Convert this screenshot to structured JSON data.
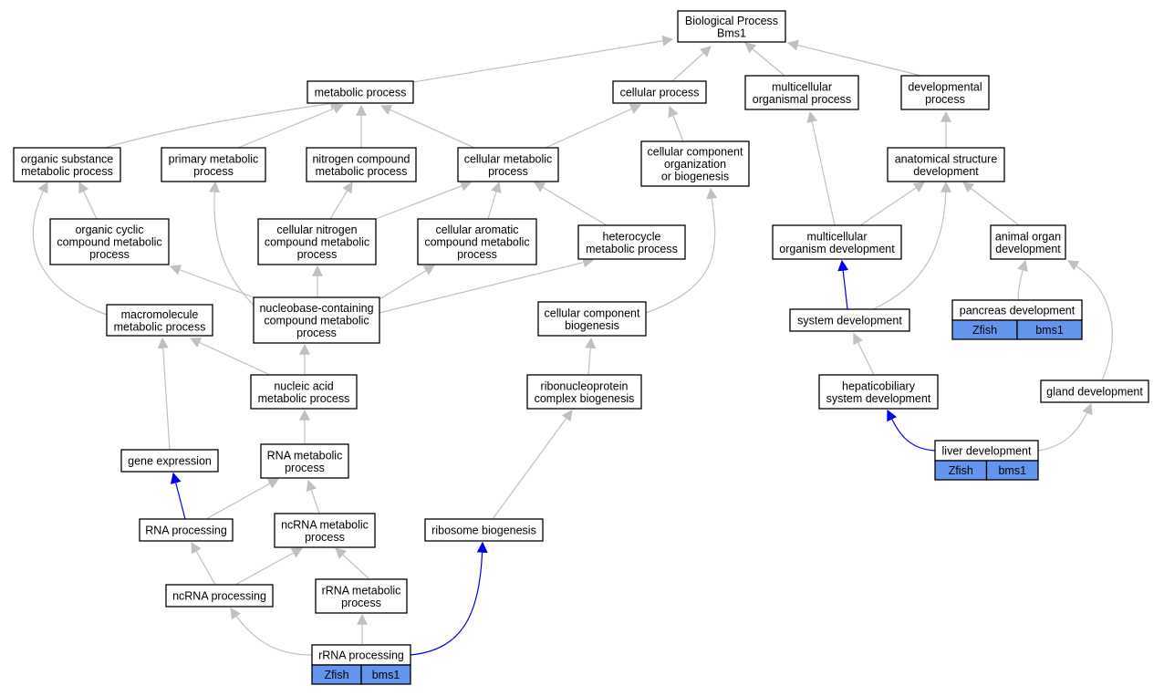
{
  "colors": {
    "edge_gray": "#c0c0c0",
    "edge_blue": "#0000ee",
    "annotation_fill": "#6495ed",
    "node_border": "#000000"
  },
  "nodes": {
    "root": [
      "Biological Process",
      "Bms1"
    ],
    "metabolic": [
      "metabolic process"
    ],
    "cellular": [
      "cellular process"
    ],
    "multicellular_org_process": [
      "multicellular",
      "organismal process"
    ],
    "developmental": [
      "developmental",
      "process"
    ],
    "organic_substance": [
      "organic substance",
      "metabolic process"
    ],
    "primary_metabolic": [
      "primary metabolic",
      "process"
    ],
    "nitrogen_compound": [
      "nitrogen compound",
      "metabolic process"
    ],
    "cellular_metabolic": [
      "cellular metabolic",
      "process"
    ],
    "ccob": [
      "cellular component",
      "organization",
      "or biogenesis"
    ],
    "anatomical": [
      "anatomical structure",
      "development"
    ],
    "organic_cyclic": [
      "organic cyclic",
      "compound metabolic",
      "process"
    ],
    "cellular_nitrogen": [
      "cellular nitrogen",
      "compound metabolic",
      "process"
    ],
    "cellular_aromatic": [
      "cellular aromatic",
      "compound metabolic",
      "process"
    ],
    "heterocycle": [
      "heterocycle",
      "metabolic process"
    ],
    "multicellular_dev": [
      "multicellular",
      "organism development"
    ],
    "animal_organ": [
      "animal organ",
      "development"
    ],
    "macromolecule": [
      "macromolecule",
      "metabolic process"
    ],
    "nucleobase": [
      "nucleobase-containing",
      "compound metabolic",
      "process"
    ],
    "cc_biogenesis": [
      "cellular component",
      "biogenesis"
    ],
    "system_dev": [
      "system development"
    ],
    "pancreas": [
      "pancreas development"
    ],
    "nucleic_acid": [
      "nucleic acid",
      "metabolic process"
    ],
    "ribonucleoprotein": [
      "ribonucleoprotein",
      "complex biogenesis"
    ],
    "hepaticobiliary": [
      "hepaticobiliary",
      "system development"
    ],
    "gland": [
      "gland development"
    ],
    "gene_expression": [
      "gene expression"
    ],
    "rna_metabolic": [
      "RNA metabolic",
      "process"
    ],
    "liver": [
      "liver development"
    ],
    "rna_processing": [
      "RNA processing"
    ],
    "ncrna_metabolic": [
      "ncRNA metabolic",
      "process"
    ],
    "ribosome_biogenesis": [
      "ribosome biogenesis"
    ],
    "ncrna_processing": [
      "ncRNA processing"
    ],
    "rrna_metabolic": [
      "rRNA metabolic",
      "process"
    ],
    "rrna_processing": [
      "rRNA processing"
    ]
  },
  "annotations": {
    "pancreas": [
      "Zfish",
      "bms1"
    ],
    "liver": [
      "Zfish",
      "bms1"
    ],
    "rrna_processing": [
      "Zfish",
      "bms1"
    ]
  },
  "edges": [
    {
      "from": "metabolic",
      "to": "root",
      "color": "gray"
    },
    {
      "from": "cellular",
      "to": "root",
      "color": "gray"
    },
    {
      "from": "multicellular_org_process",
      "to": "root",
      "color": "gray"
    },
    {
      "from": "developmental",
      "to": "root",
      "color": "gray"
    },
    {
      "from": "organic_substance",
      "to": "metabolic",
      "color": "gray"
    },
    {
      "from": "primary_metabolic",
      "to": "metabolic",
      "color": "gray"
    },
    {
      "from": "nitrogen_compound",
      "to": "metabolic",
      "color": "gray"
    },
    {
      "from": "cellular_metabolic",
      "to": "metabolic",
      "color": "gray"
    },
    {
      "from": "cellular_metabolic",
      "to": "cellular",
      "color": "gray"
    },
    {
      "from": "ccob",
      "to": "cellular",
      "color": "gray"
    },
    {
      "from": "multicellular_dev",
      "to": "multicellular_org_process",
      "color": "gray"
    },
    {
      "from": "anatomical",
      "to": "developmental",
      "color": "gray"
    },
    {
      "from": "organic_cyclic",
      "to": "organic_substance",
      "color": "gray"
    },
    {
      "from": "macromolecule",
      "to": "organic_substance",
      "color": "gray"
    },
    {
      "from": "nucleobase",
      "to": "primary_metabolic",
      "color": "gray"
    },
    {
      "from": "cellular_nitrogen",
      "to": "nitrogen_compound",
      "color": "gray"
    },
    {
      "from": "cellular_nitrogen",
      "to": "cellular_metabolic",
      "color": "gray"
    },
    {
      "from": "cellular_aromatic",
      "to": "cellular_metabolic",
      "color": "gray"
    },
    {
      "from": "heterocycle",
      "to": "cellular_metabolic",
      "color": "gray"
    },
    {
      "from": "cc_biogenesis",
      "to": "ccob",
      "color": "gray"
    },
    {
      "from": "multicellular_dev",
      "to": "anatomical",
      "color": "gray"
    },
    {
      "from": "system_dev",
      "to": "anatomical",
      "color": "gray"
    },
    {
      "from": "animal_organ",
      "to": "anatomical",
      "color": "gray"
    },
    {
      "from": "nucleobase",
      "to": "organic_cyclic",
      "color": "gray"
    },
    {
      "from": "nucleobase",
      "to": "cellular_nitrogen",
      "color": "gray"
    },
    {
      "from": "nucleobase",
      "to": "cellular_aromatic",
      "color": "gray"
    },
    {
      "from": "nucleobase",
      "to": "heterocycle",
      "color": "gray"
    },
    {
      "from": "system_dev",
      "to": "multicellular_dev",
      "color": "blue"
    },
    {
      "from": "pancreas",
      "to": "animal_organ",
      "color": "gray"
    },
    {
      "from": "gland",
      "to": "animal_organ",
      "color": "gray"
    },
    {
      "from": "nucleic_acid",
      "to": "macromolecule",
      "color": "gray"
    },
    {
      "from": "gene_expression",
      "to": "macromolecule",
      "color": "gray"
    },
    {
      "from": "nucleic_acid",
      "to": "nucleobase",
      "color": "gray"
    },
    {
      "from": "ribonucleoprotein",
      "to": "cc_biogenesis",
      "color": "gray"
    },
    {
      "from": "hepaticobiliary",
      "to": "system_dev",
      "color": "gray"
    },
    {
      "from": "rna_metabolic",
      "to": "nucleic_acid",
      "color": "gray"
    },
    {
      "from": "ribosome_biogenesis",
      "to": "ribonucleoprotein",
      "color": "gray"
    },
    {
      "from": "liver",
      "to": "hepaticobiliary",
      "color": "blue"
    },
    {
      "from": "liver",
      "to": "gland",
      "color": "gray"
    },
    {
      "from": "rna_processing",
      "to": "gene_expression",
      "color": "blue"
    },
    {
      "from": "rna_processing",
      "to": "rna_metabolic",
      "color": "gray"
    },
    {
      "from": "ncrna_metabolic",
      "to": "rna_metabolic",
      "color": "gray"
    },
    {
      "from": "ncrna_processing",
      "to": "rna_processing",
      "color": "gray"
    },
    {
      "from": "ncrna_processing",
      "to": "ncrna_metabolic",
      "color": "gray"
    },
    {
      "from": "rrna_metabolic",
      "to": "ncrna_metabolic",
      "color": "gray"
    },
    {
      "from": "rrna_processing",
      "to": "ncrna_processing",
      "color": "gray"
    },
    {
      "from": "rrna_processing",
      "to": "rrna_metabolic",
      "color": "gray"
    },
    {
      "from": "rrna_processing",
      "to": "ribosome_biogenesis",
      "color": "blue"
    }
  ]
}
